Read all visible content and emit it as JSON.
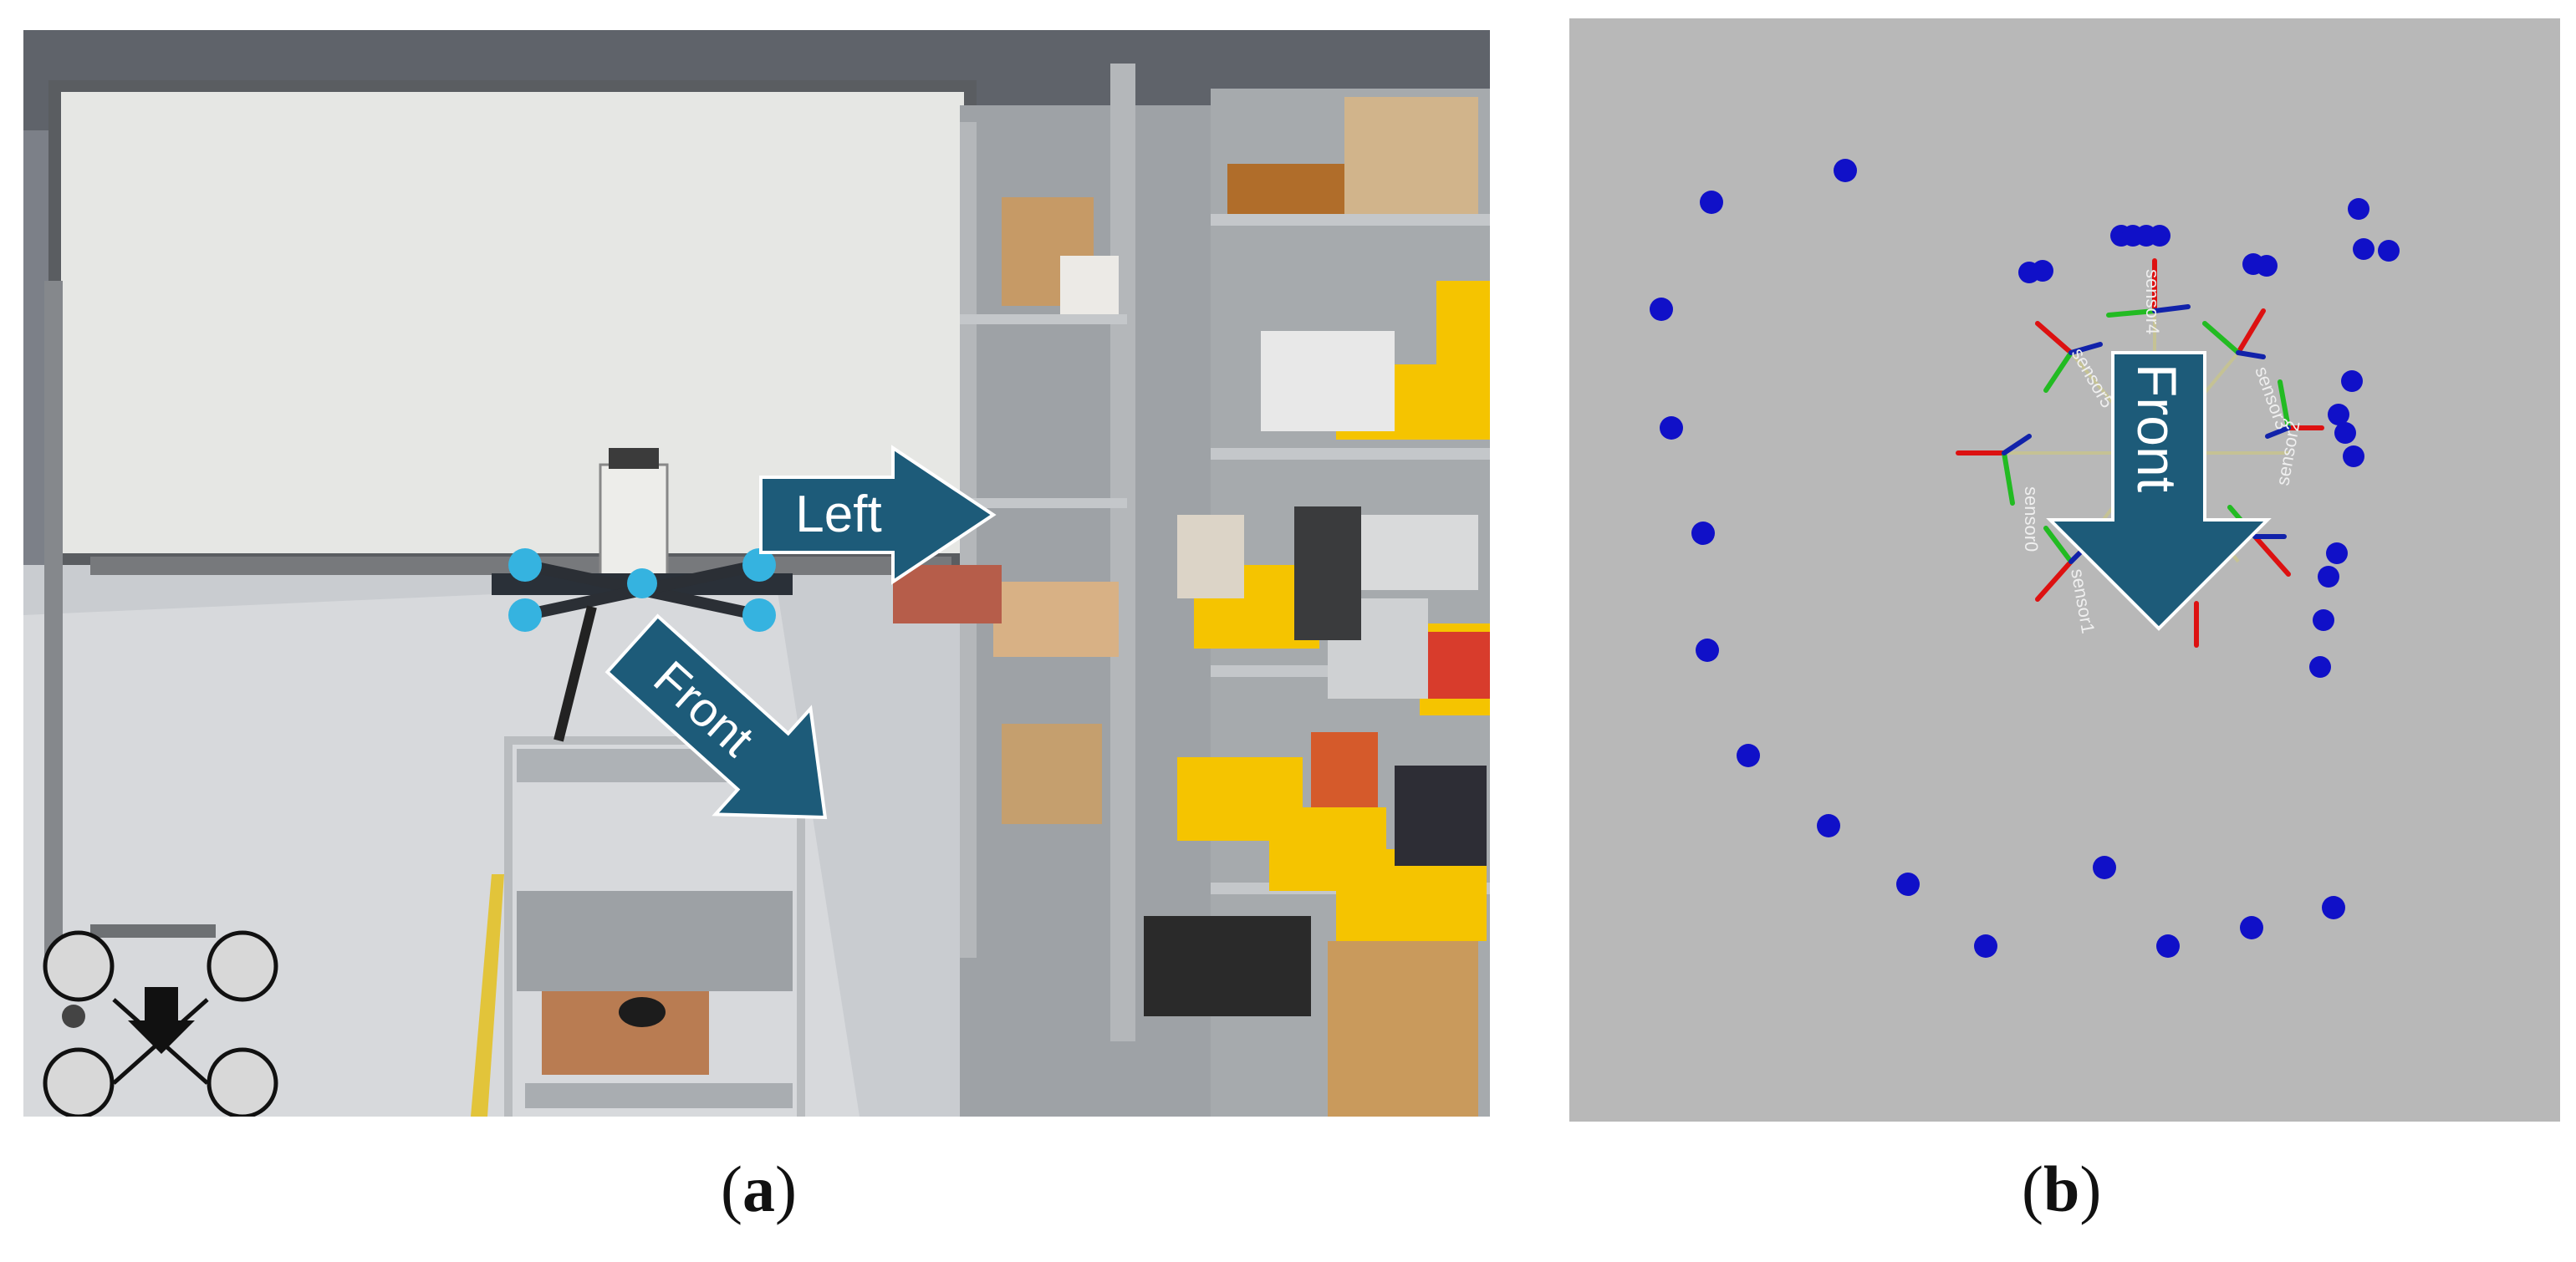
{
  "panel_a": {
    "caption_open": "(",
    "caption_letter": "a",
    "caption_close": ")",
    "arrow_left_label": "Left",
    "arrow_front_label": "Front",
    "colors": {
      "arrow": "#1d5b79",
      "drone_blue": "#35b3e0",
      "bin_yellow": "#f5c400"
    },
    "icon": "quadcopter-top-view-icon"
  },
  "panel_b": {
    "caption_open": "(",
    "caption_letter": "b",
    "caption_close": ")",
    "arrow_front_label": "Front",
    "sensor_labels": [
      "sensor0",
      "sensor1",
      "sensor2",
      "sensor3",
      "sensor4",
      "sensor5"
    ],
    "colors": {
      "background": "#b8b8b8",
      "marker": "#1010c8",
      "axis_x": "#dd1111",
      "axis_y": "#22bb22",
      "axis_z": "#1122aa",
      "arrow": "#1d5b79"
    }
  }
}
